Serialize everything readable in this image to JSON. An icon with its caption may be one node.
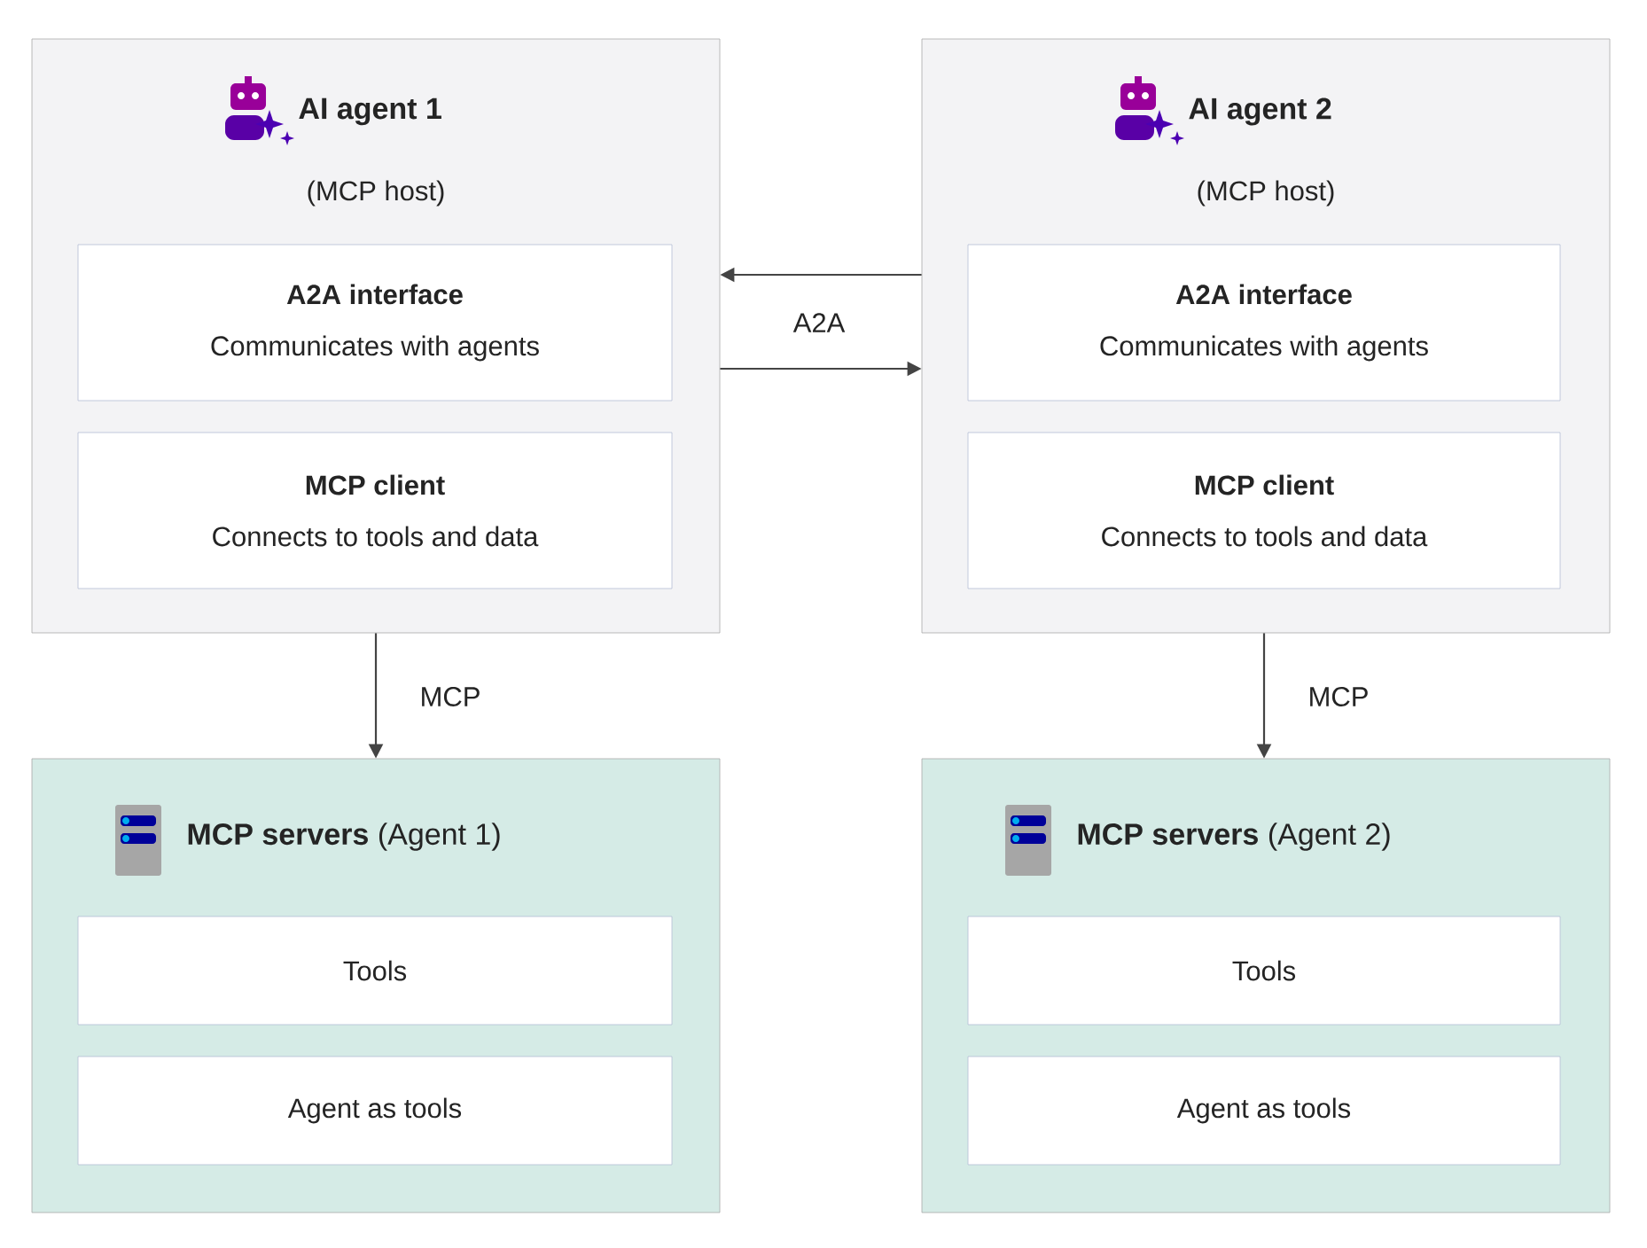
{
  "diagram": {
    "nodes": [
      {
        "text": [
          "AI agent 1",
          "(MCP host)"
        ]
      },
      {
        "text": [
          "A2A interface",
          "Communicates with agents"
        ],
        "in": 0
      },
      {
        "text": [
          "MCP client",
          "Connects to tools and data"
        ],
        "in": 0
      },
      {
        "text": [
          "AI agent 2",
          "(MCP host)"
        ]
      },
      {
        "text": [
          "A2A interface",
          "Communicates with agents"
        ],
        "in": 3
      },
      {
        "text": [
          "MCP client",
          "Connects to tools and data"
        ],
        "in": 3
      },
      {
        "text": [
          "**MCP servers** (Agent 1)"
        ]
      },
      {
        "text": [
          "Tools"
        ],
        "in": 6
      },
      {
        "text": [
          "Agent as tools"
        ],
        "in": 6
      },
      {
        "text": [
          "**MCP servers** (Agent 2)"
        ]
      },
      {
        "text": [
          "Tools"
        ],
        "in": 9
      },
      {
        "text": [
          "Agent as tools"
        ],
        "in": 9
      }
    ],
    "edges": [
      {
        "from": 3,
        "to": 0,
        "arrow": "to"
      },
      {
        "from": 0,
        "to": 3,
        "arrow": "to",
        "label": "A2A"
      },
      {
        "from": 0,
        "to": 6,
        "arrow": "to",
        "label": "MCP"
      },
      {
        "from": 3,
        "to": 9,
        "arrow": "to",
        "label": "MCP"
      }
    ]
  }
}
